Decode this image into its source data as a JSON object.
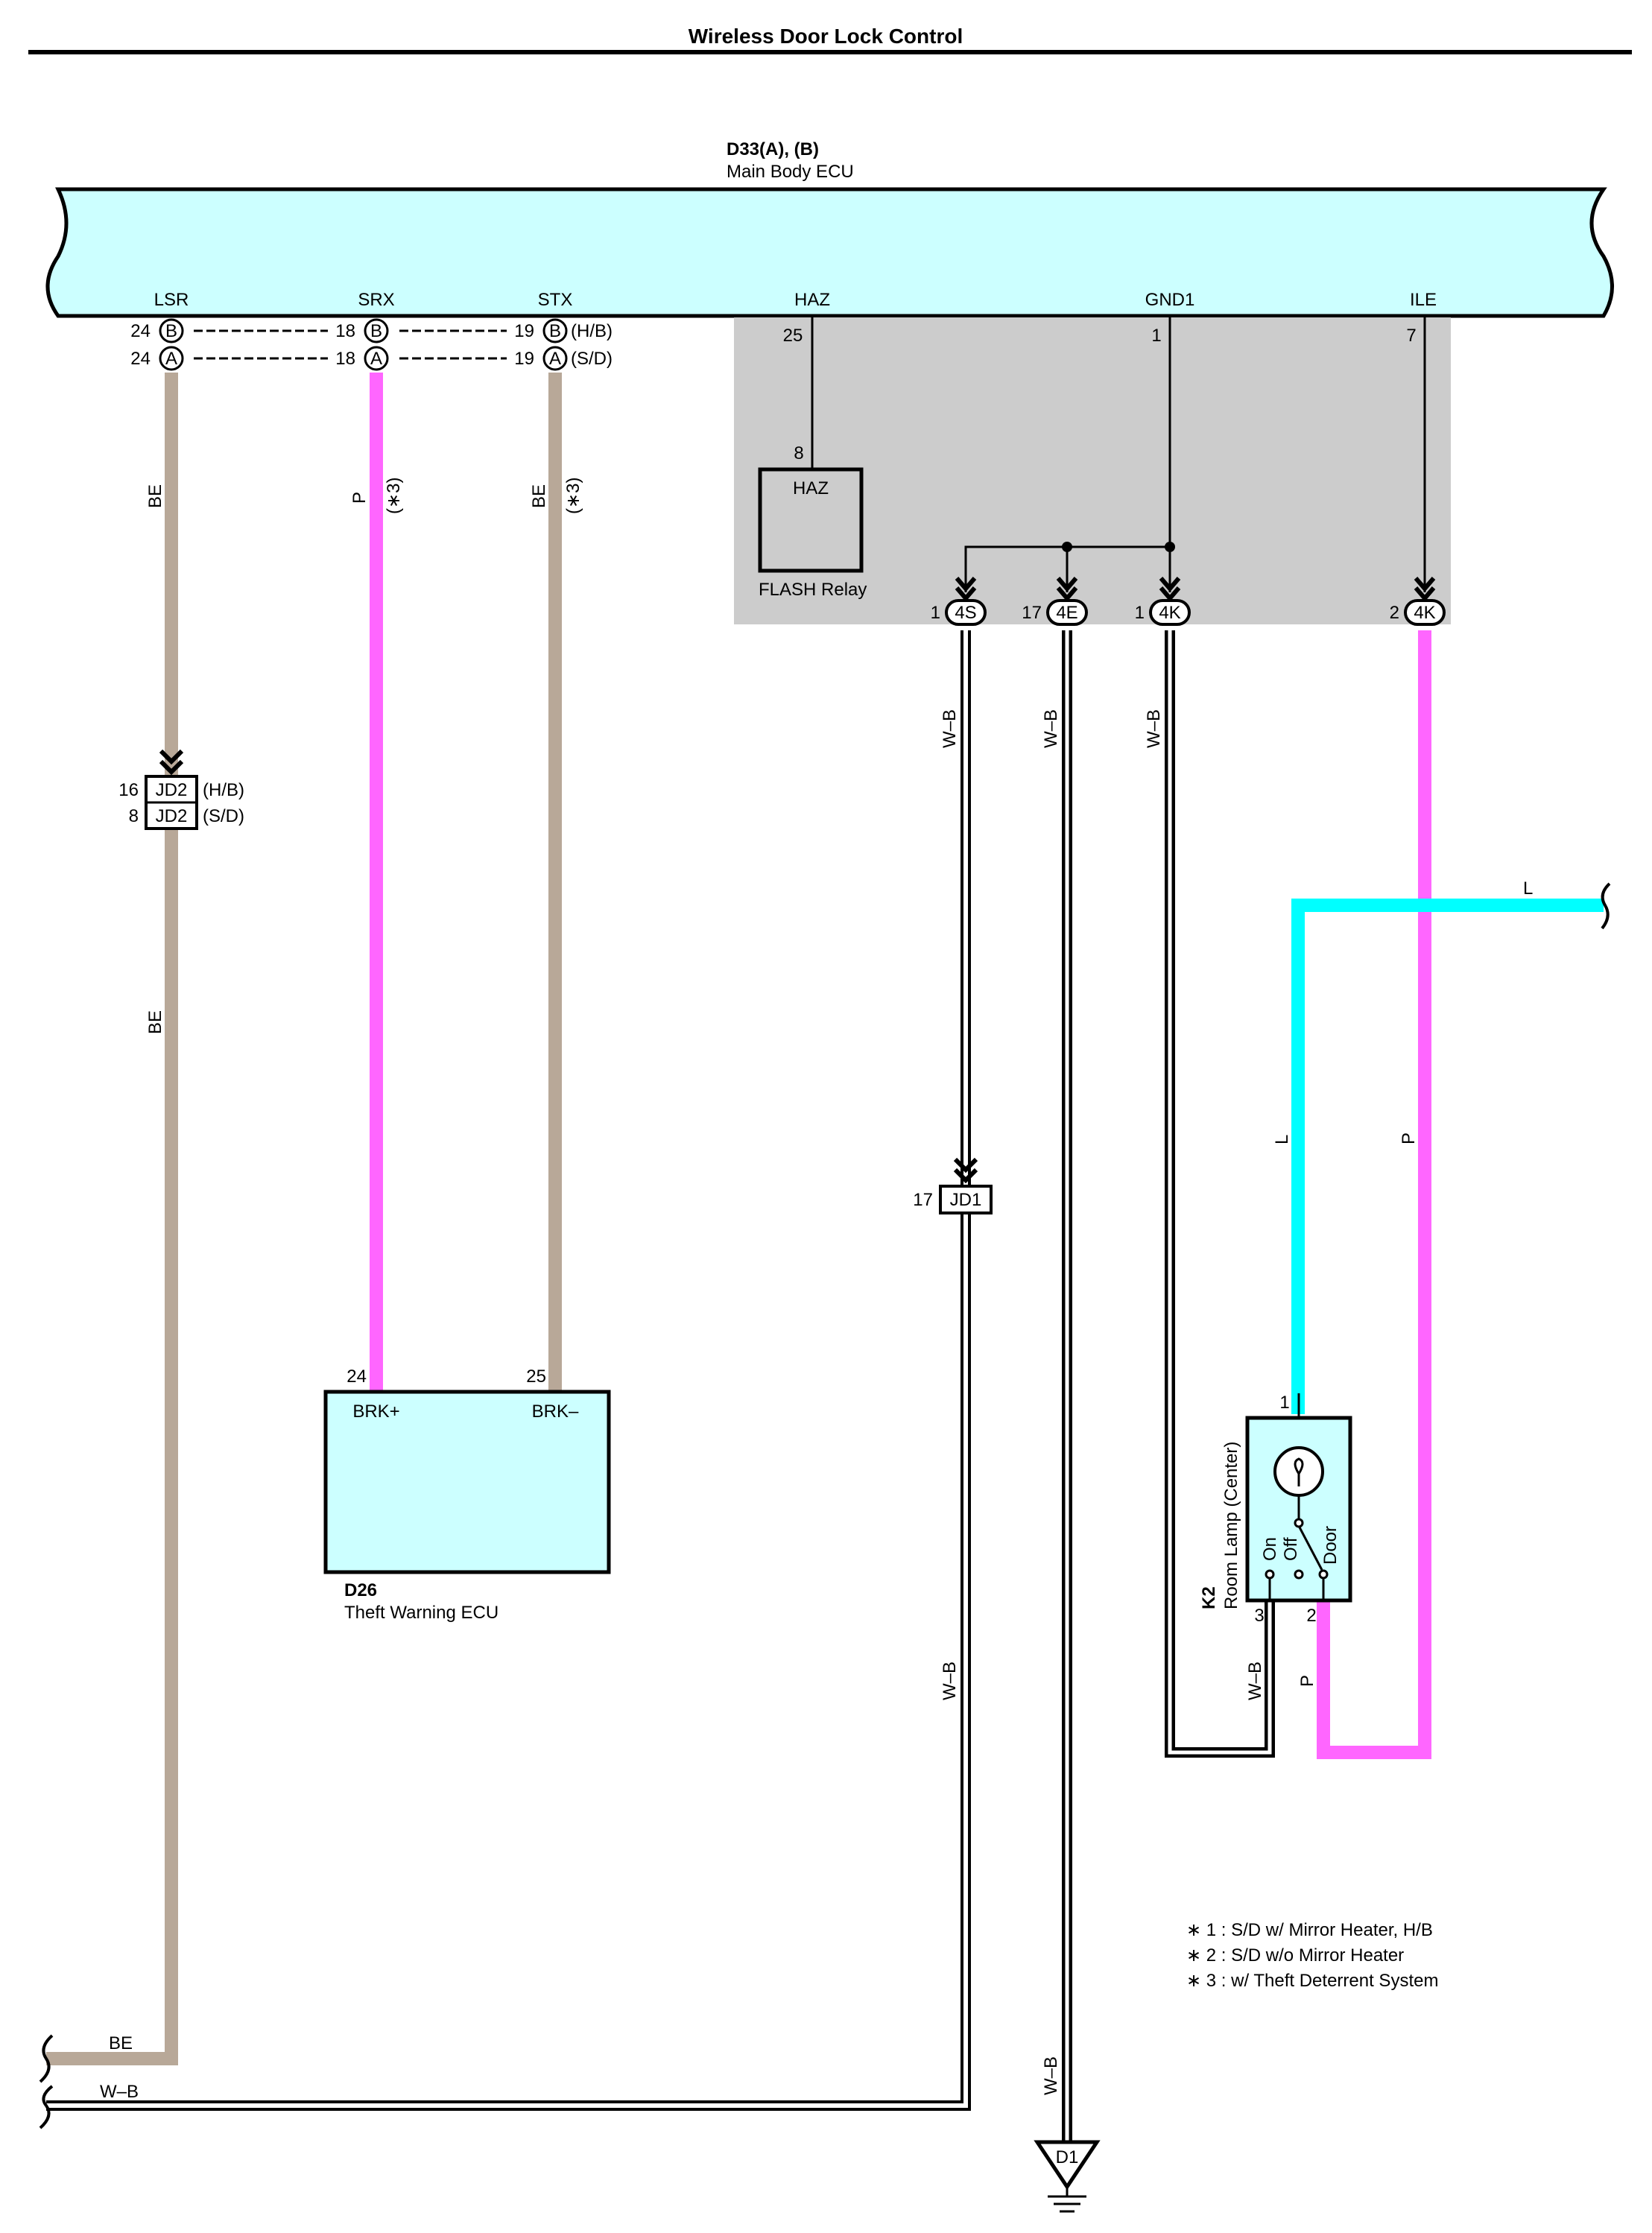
{
  "title": "Wireless Door Lock Control",
  "colors": {
    "BE": "#b8a898",
    "P": "#ff66ff",
    "L": "#00ffff",
    "ecu_fill": "#ccffff",
    "grey_block": "#cccccc",
    "WB_core": "#000000"
  },
  "ecu_main": {
    "code": "D33(A), (B)",
    "name": "Main Body ECU",
    "terminals": [
      "LSR",
      "SRX",
      "STX",
      "HAZ",
      "GND1",
      "ILE"
    ],
    "pins": {
      "lsr_b": "24",
      "lsr_a": "24",
      "srx_b": "18",
      "srx_a": "18",
      "stx_b": "19",
      "stx_a": "19",
      "haz": "25",
      "gnd1": "1",
      "ile": "7"
    },
    "conn_b": "B",
    "conn_a": "A",
    "variant_hb": "(H/B)",
    "variant_sd": "(S/D)"
  },
  "flash_relay": {
    "pin": "8",
    "label": "HAZ",
    "name": "FLASH Relay"
  },
  "connectors_4": [
    {
      "pin": "1",
      "code": "4S"
    },
    {
      "pin": "17",
      "code": "4E"
    },
    {
      "pin": "1",
      "code": "4K"
    },
    {
      "pin": "2",
      "code": "4K"
    }
  ],
  "jd2": {
    "pin_hb": "16",
    "pin_sd": "8",
    "code": "JD2",
    "variant_hb": "(H/B)",
    "variant_sd": "(S/D)"
  },
  "jd1": {
    "pin": "17",
    "code": "JD1"
  },
  "theft_ecu": {
    "code": "D26",
    "name": "Theft Warning ECU",
    "pin_plus": "24",
    "pin_minus": "25",
    "label_plus": "BRK+",
    "label_minus": "BRK–"
  },
  "room_lamp": {
    "code": "K2",
    "name": "Room Lamp (Center)",
    "pin_top": "1",
    "pin_left": "3",
    "pin_right": "2",
    "sw_on": "On",
    "sw_off": "Off",
    "sw_door": "Door"
  },
  "ground": {
    "code": "D1"
  },
  "wire_labels": {
    "be": "BE",
    "p": "P",
    "wb": "W–B",
    "l": "L",
    "note3": "(∗3)"
  },
  "notes": [
    "∗ 1 : S/D w/ Mirror Heater,  H/B",
    "∗ 2 : S/D w/o Mirror Heater",
    "∗ 3 : w/ Theft Deterrent System"
  ]
}
